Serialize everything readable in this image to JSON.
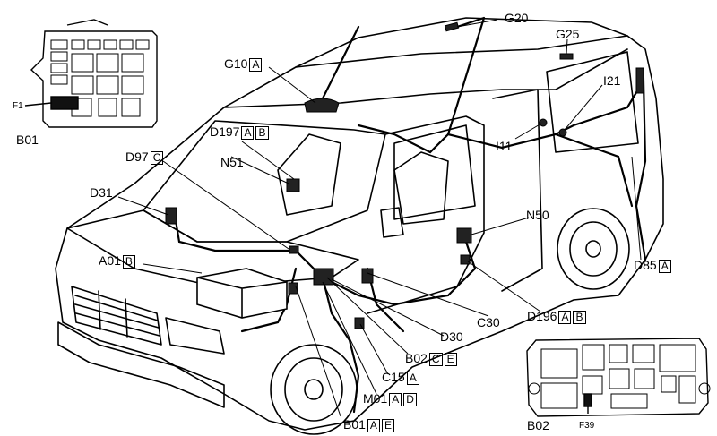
{
  "labels": {
    "G20": "G20",
    "G25": "G25",
    "G10": "G10",
    "G10_b": [
      "A"
    ],
    "I21": "I21",
    "I11": "I11",
    "D197": "D197",
    "D197_b": [
      "A",
      "B"
    ],
    "D97": "D97",
    "D97_b": [
      "C"
    ],
    "N51": "N51",
    "D31": "D31",
    "N50": "N50",
    "A01": "A01",
    "A01_b": [
      "B"
    ],
    "D85": "D85",
    "D85_b": [
      "A"
    ],
    "D196": "D196",
    "D196_b": [
      "A",
      "B"
    ],
    "C30": "C30",
    "D30": "D30",
    "B02_top": "B02",
    "B02_top_b": [
      "C",
      "E"
    ],
    "C15": "C15",
    "C15_b": [
      "A"
    ],
    "M01": "M01",
    "M01_b": [
      "A",
      "D"
    ],
    "B01_bottom": "B01",
    "B01_bottom_b": [
      "A",
      "E"
    ],
    "B01_inset": "B01",
    "F1": "F1",
    "B02_inset": "B02",
    "F39": "F39"
  }
}
